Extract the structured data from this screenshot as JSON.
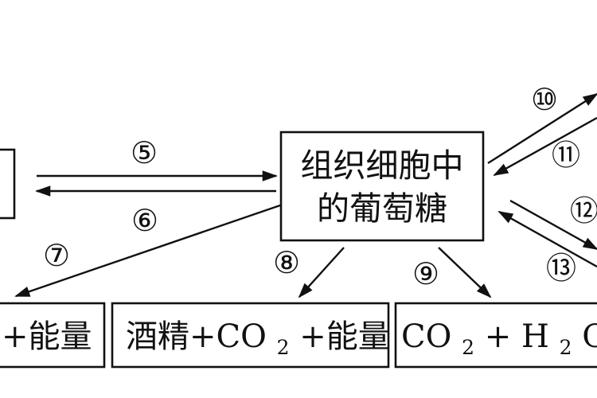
{
  "center_box": {
    "line1": "组织细胞中",
    "line2": "的葡萄糖"
  },
  "bottom_boxes": {
    "left": "+能量",
    "middle": {
      "pre": "酒精+CO",
      "sub": "2",
      "post": "+能量"
    },
    "right": {
      "a": "CO",
      "a_sub": "2",
      "b": "+ H",
      "b_sub": "2",
      "c": "O+能"
    }
  },
  "labels": {
    "n5": "⑤",
    "n6": "⑥",
    "n7": "⑦",
    "n8": "⑧",
    "n9": "⑨",
    "n10": "⑩",
    "n11": "⑪",
    "n12": "⑫",
    "n13": "⑬"
  }
}
